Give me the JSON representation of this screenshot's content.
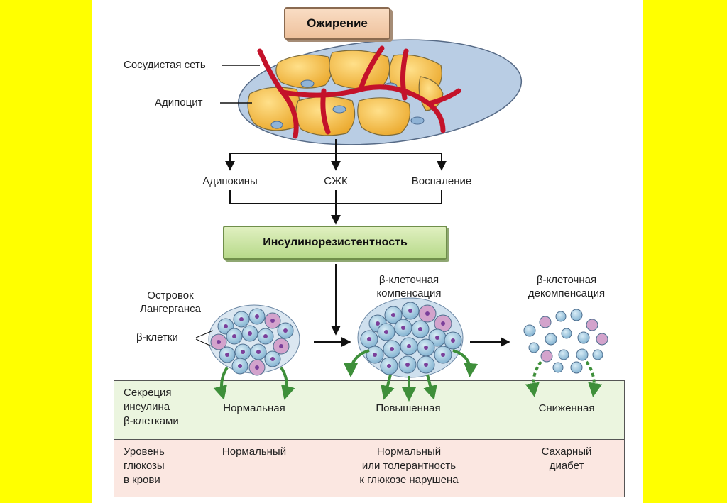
{
  "title": "Ожирение",
  "adipose_labels": {
    "vascular": "Сосудистая сеть",
    "adipocyte": "Адипоцит"
  },
  "factors": [
    "Адипокины",
    "СЖК",
    "Воспаление"
  ],
  "insulin_resistance": "Инсулинорезистентность",
  "islet": {
    "label_line1": "Островок",
    "label_line2": "Лангерганса",
    "beta_cells": "β-клетки"
  },
  "compensation": {
    "line1": "β-клеточная",
    "line2": "компенсация"
  },
  "decompensation": {
    "line1": "β-клеточная",
    "line2": "декомпенсация"
  },
  "secretion_row": {
    "header": [
      "Секреция",
      "инсулина",
      "β-клетками"
    ],
    "normal": "Нормальная",
    "increased": "Повышенная",
    "decreased": "Сниженная"
  },
  "glucose_row": {
    "header": [
      "Уровень",
      "глюкозы",
      "в крови"
    ],
    "normal": "Нормальный",
    "tolerance": [
      "Нормальный",
      "или толерантность",
      "к глюкозе нарушена"
    ],
    "diabetes": [
      "Сахарный",
      "диабет"
    ]
  },
  "colors": {
    "background": "#ffff00",
    "adipocyte": "#f5c04a",
    "vessel": "#c4122a",
    "beta_cell": "#9cc8e0",
    "alpha_cell": "#d3a3cc",
    "arrow_green": "#3e8f3a"
  }
}
